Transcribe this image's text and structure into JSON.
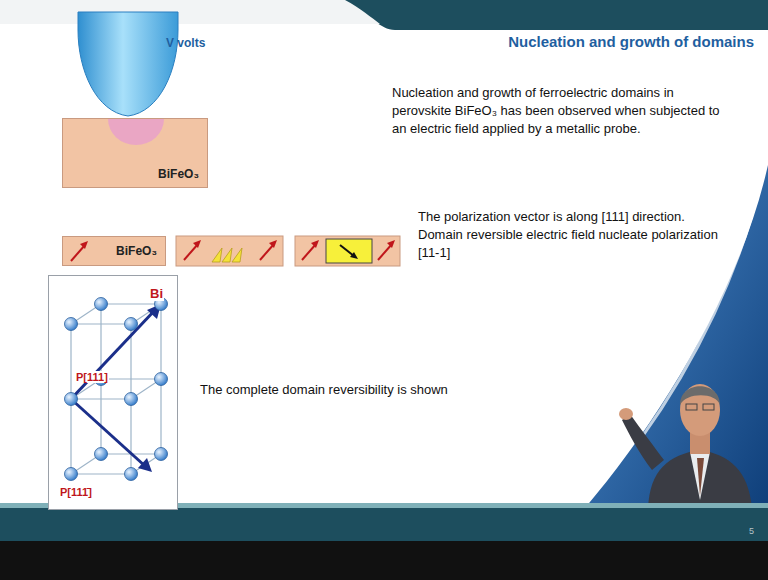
{
  "diagram": {
    "title": "Nucleation and growth of domains",
    "nodes": [
      {
        "text": [
          "BiFeO₃"
        ]
      },
      {
        "text": [
          "BiFeO₃"
        ]
      },
      {
        "text": [
          "Bi",
          "P[111]",
          "P[111̄]"
        ]
      }
    ],
    "labels": [
      "V volts",
      "Nucleation and growth of ferroelectric domains in perovskite BiFeO₃ has been observed when subjected to an electric field applied by a metallic probe.",
      "The polarization vector is along [111] direction. Domain reversible electric field nucleate polarization [11-1]",
      "The complete domain reversibility is shown",
      "5"
    ]
  }
}
